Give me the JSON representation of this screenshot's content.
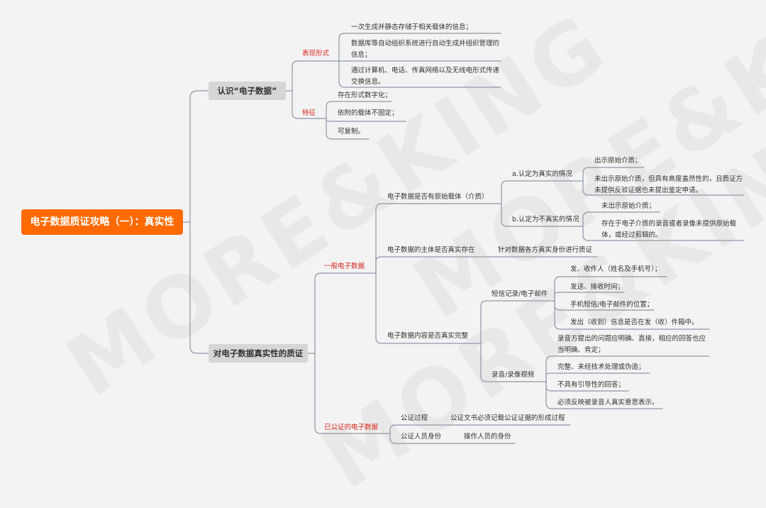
{
  "watermark": [
    "MORE&KING",
    "MORE&KING",
    "MORE&KING"
  ],
  "root": "电子数据质证攻略（一）：真实性",
  "recognize": {
    "title": "认识“电子数据”",
    "form": {
      "label": "表现形式",
      "items": [
        "一次生成并静态存储于相关载体的信息；",
        "数据库等自动组织系统进行自动生成并组织管理的信息；",
        "通过计算机、电话、传真网络以及无线电形式传递交换信息。"
      ]
    },
    "feature": {
      "label": "特征",
      "items": [
        "存在形式数字化；",
        "依附的载体不固定；",
        "可复制。"
      ]
    }
  },
  "crossexam": {
    "title": "对电子数据真实性的质证",
    "general": {
      "label": "一般电子数据",
      "carrier": {
        "label": "电子数据是否有原始载体（介质）",
        "real": {
          "label": "a.认定为真实的情况",
          "items": [
            "出示原始介质；",
            "未出示原始介质，但具有高度盖然性的，且质证方未提供反驳证据也未提出鉴定申请。"
          ]
        },
        "unreal": {
          "label": "b.认定为不真实的情况",
          "items": [
            "未出示原始介质；",
            "存在于电子介质的录音或者录像未提供原始载体，或经过剪辑的。"
          ]
        }
      },
      "subject": {
        "label": "电子数据的主体是否真实存在",
        "note": "针对数据各方真实身份进行质证"
      },
      "content": {
        "label": "电子数据内容是否真实完整",
        "sms": {
          "label": "短信记录/电子邮件",
          "items": [
            "发、收件人（姓名及手机号）；",
            "发送、接收时间；",
            "手机短信/电子邮件的位置；",
            "发出（收到）信息是否在发（收）件箱中。"
          ]
        },
        "av": {
          "label": "录音/录像视频",
          "items": [
            "录音方提出的问题应明确、直接，相应的回答也应当明确、肯定；",
            "完整、未经技术处理或伪造；",
            "不具有引导性的回答；",
            "必须反映被录音人真实意思表示。"
          ]
        }
      }
    },
    "notarized": {
      "label": "已公证的电子数据",
      "process": {
        "label": "公证过程",
        "note": "公证文书必须记载公证证据的形成过程"
      },
      "staff": {
        "label": "公证人员身份",
        "note": "操作人员的身份"
      }
    }
  },
  "colors": {
    "root": "#ff6a00",
    "branch_label": "#d9261c",
    "line": "#8e97a8",
    "node": "#d6d6d6"
  }
}
